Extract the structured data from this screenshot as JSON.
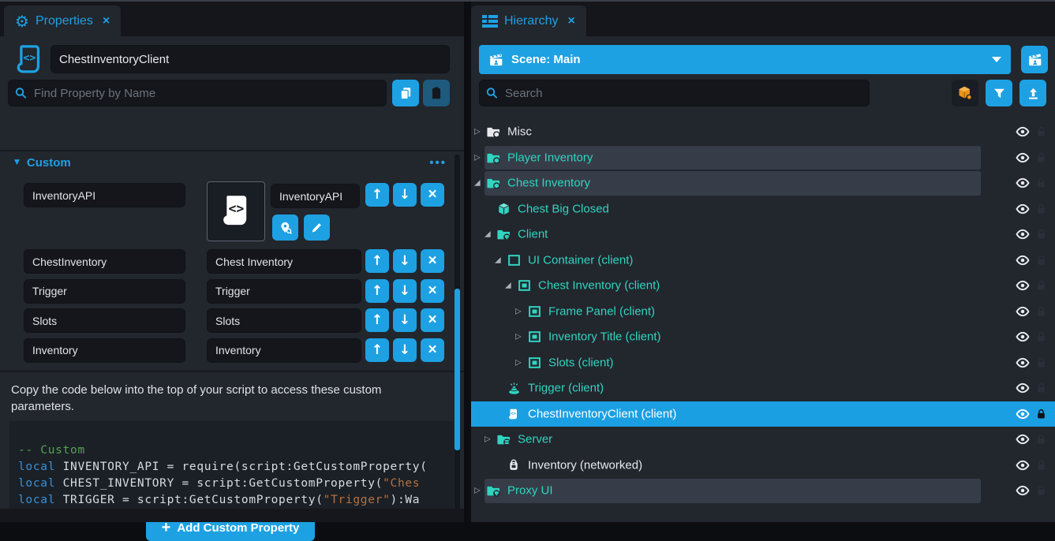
{
  "colors": {
    "accent": "#1da1e3",
    "teal": "#2fd5c0",
    "selected_row": "#1b9fe3",
    "orange": "#e8921a"
  },
  "properties": {
    "tab_label": "Properties",
    "script_name": "ChestInventoryClient",
    "find_placeholder": "Find Property by Name",
    "section_title": "Custom",
    "asset_row": {
      "name": "InventoryAPI",
      "value": "InventoryAPI"
    },
    "rows": [
      {
        "name": "ChestInventory",
        "value": "Chest Inventory"
      },
      {
        "name": "Trigger",
        "value": "Trigger"
      },
      {
        "name": "Slots",
        "value": "Slots"
      },
      {
        "name": "Inventory",
        "value": "Inventory"
      }
    ],
    "help_text": "Copy the code below into the top of your script to access these custom parameters.",
    "code_lines": [
      [
        {
          "t": "-- Custom",
          "c": "comment"
        }
      ],
      [
        {
          "t": "local",
          "c": "kw"
        },
        {
          "t": " INVENTORY_API = require(script:GetCustomProperty(",
          "c": "plain"
        }
      ],
      [
        {
          "t": "local",
          "c": "kw"
        },
        {
          "t": " CHEST_INVENTORY = script:GetCustomProperty(",
          "c": "plain"
        },
        {
          "t": "\"Ches",
          "c": "str"
        }
      ],
      [
        {
          "t": "local",
          "c": "kw"
        },
        {
          "t": " TRIGGER = script:GetCustomProperty(",
          "c": "plain"
        },
        {
          "t": "\"Trigger\"",
          "c": "str"
        },
        {
          "t": "):Wa",
          "c": "plain"
        }
      ]
    ],
    "add_button_label": "Add Custom Property"
  },
  "hierarchy": {
    "tab_label": "Hierarchy",
    "scene_label": "Scene: Main",
    "search_placeholder": "Search",
    "tree": [
      {
        "label": "Misc",
        "indent": 0,
        "chevron": "col",
        "icon": "folder",
        "color": "white"
      },
      {
        "label": "Player Inventory",
        "indent": 0,
        "chevron": "col",
        "icon": "folder",
        "color": "teal",
        "highlight": true
      },
      {
        "label": "Chest Inventory",
        "indent": 0,
        "chevron": "exp",
        "icon": "folder",
        "color": "teal",
        "highlight": true
      },
      {
        "label": "Chest Big Closed",
        "indent": 1,
        "chevron": null,
        "icon": "cube",
        "color": "teal"
      },
      {
        "label": "Client",
        "indent": 1,
        "chevron": "exp",
        "icon": "folder-client",
        "color": "teal"
      },
      {
        "label": "UI Container (client)",
        "indent": 2,
        "chevron": "exp",
        "icon": "ui-container",
        "color": "teal"
      },
      {
        "label": "Chest Inventory (client)",
        "indent": 3,
        "chevron": "exp",
        "icon": "ui-panel",
        "color": "teal"
      },
      {
        "label": "Frame Panel (client)",
        "indent": 4,
        "chevron": "col",
        "icon": "ui-panel",
        "color": "teal"
      },
      {
        "label": "Inventory Title (client)",
        "indent": 4,
        "chevron": "col",
        "icon": "ui-panel",
        "color": "teal"
      },
      {
        "label": "Slots (client)",
        "indent": 4,
        "chevron": "col",
        "icon": "ui-panel",
        "color": "teal"
      },
      {
        "label": "Trigger (client)",
        "indent": 2,
        "chevron": null,
        "icon": "trigger",
        "color": "teal"
      },
      {
        "label": "ChestInventoryClient (client)",
        "indent": 2,
        "chevron": null,
        "icon": "script",
        "color": "white",
        "selected": true
      },
      {
        "label": "Server",
        "indent": 1,
        "chevron": "col",
        "icon": "folder-server",
        "color": "teal"
      },
      {
        "label": "Inventory (networked)",
        "indent": 2,
        "chevron": null,
        "icon": "backpack",
        "color": "white"
      },
      {
        "label": "Proxy UI",
        "indent": 0,
        "chevron": "col",
        "icon": "folder-client",
        "color": "teal",
        "highlight": true
      }
    ]
  }
}
